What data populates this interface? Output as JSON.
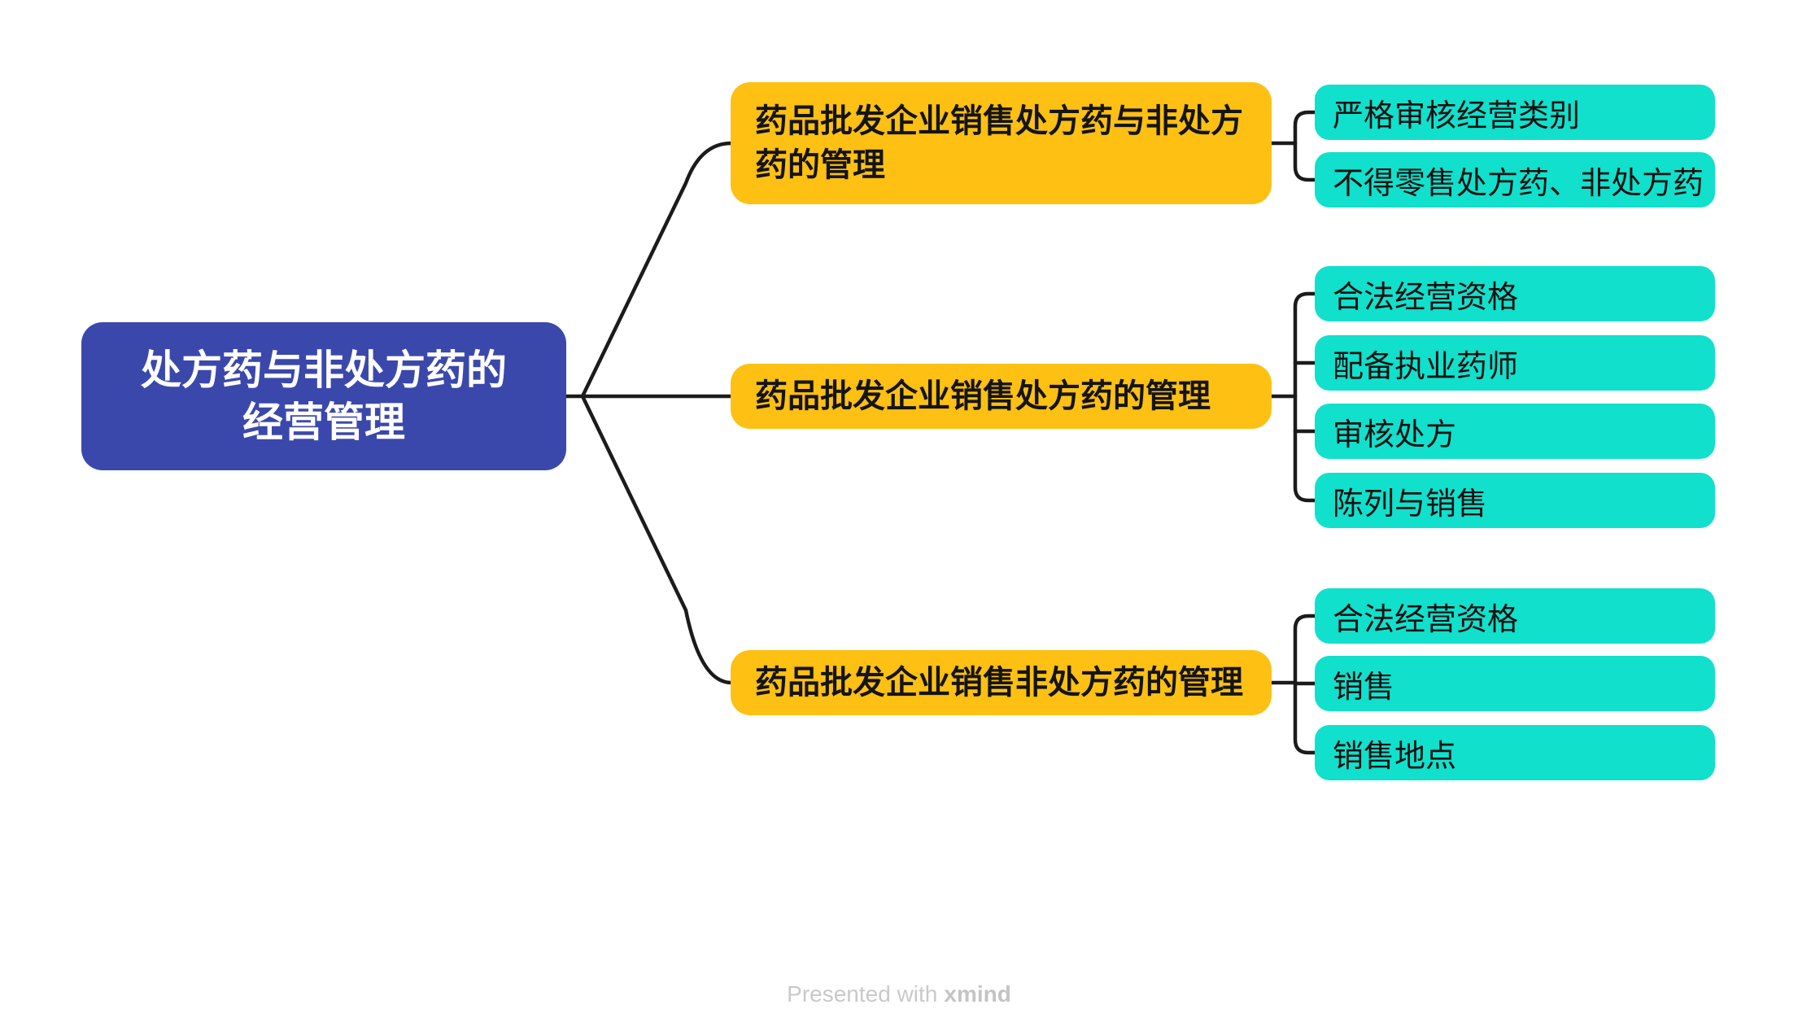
{
  "root": {
    "text": "处方药与非处方药的\n经营管理"
  },
  "branches": [
    {
      "label": "药品批发企业销售处方药与非处方\n药的管理",
      "children": [
        "严格审核经营类别",
        "不得零售处方药、非处方药"
      ]
    },
    {
      "label": "药品批发企业销售处方药的管理",
      "children": [
        "合法经营资格",
        "配备执业药师",
        "审核处方",
        "陈列与销售"
      ]
    },
    {
      "label": "药品批发企业销售非处方药的管理",
      "children": [
        "合法经营资格",
        "销售",
        "销售地点"
      ]
    }
  ],
  "footer": {
    "prefix": "Presented with",
    "brand": "xmind"
  },
  "colors": {
    "root_bg": "#3b48ab",
    "root_text": "#ffffff",
    "branch_bg": "#fdc013",
    "leaf_bg": "#11e0cc",
    "node_text": "#141414",
    "connector": "#1b1b1b",
    "footer_text": "#c9c9c9",
    "background": "#ffffff"
  }
}
